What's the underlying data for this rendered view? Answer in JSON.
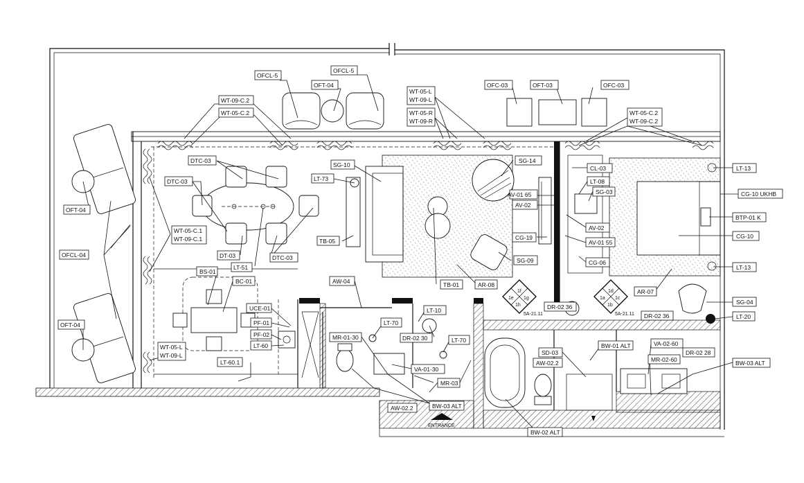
{
  "tags": {
    "ofcl5_a": "OFCL-5",
    "ofcl5_b": "OFCL-5",
    "oft04_top": "OFT-04",
    "wt09c2": "WT-09-C.2",
    "wt05c2": "WT-05-C.2",
    "wt05l_top": "WT-05-L",
    "wt09l_top": "WT-09-L",
    "wt05r": "WT-05-R",
    "wt09r": "WT-09-R",
    "ofc03_a": "OFC-03",
    "oft03": "OFT-03",
    "ofc03_b": "OFC-03",
    "wt05c2_r": "WT-05-C.2",
    "wt09c2_r": "WT-09-C.2",
    "dtc03_a": "DTC-03",
    "dtc03_b": "DTC-03",
    "dtc03_c": "DTC-03",
    "dt03": "DT-03",
    "lt51": "LT-51",
    "oft04_left": "OFT-04",
    "ofcl04": "OFCL-04",
    "wt05c1": "WT-05-C.1",
    "wt09c1": "WT-09-C.1",
    "sg10": "SG-10",
    "lt73": "LT-73",
    "tb05": "TB-05",
    "sg14": "SG-14",
    "av0165": "AV-01 65",
    "av02_a": "AV-02",
    "cg19": "CG-19",
    "sg09": "SG-09",
    "tb01": "TB-01",
    "ar08": "AR-08",
    "cl03": "CL-03",
    "lt08": "LT-08",
    "sg03": "SG-03",
    "av02_b": "AV-02",
    "av0155": "AV-01 55",
    "cg06": "CG-06",
    "lt13_a": "LT-13",
    "cg10ukhb": "CG-10 UKHB",
    "btp01k": "BTP-01 K",
    "cg10": "CG-10",
    "lt13_b": "LT-13",
    "ar07": "AR-07",
    "sg04": "SG-04",
    "lt20": "LT-20",
    "dr0236_a": "DR-02 36",
    "dr0236_b": "DR-02 36",
    "bs01": "BS-01",
    "bc01": "BC-01",
    "aw04": "AW-04",
    "uce01": "UCE-01",
    "pf01": "PF-01",
    "pf02": "PF-02",
    "lt60": "LT-60",
    "lt601": "LT-60.1",
    "lt10": "LT-10",
    "lt70_a": "LT-70",
    "mr0130": "MR-01-30",
    "dr0230": "DR-02 30",
    "lt70_b": "LT-70",
    "va0130": "VA-01-30",
    "mr03": "MR-03",
    "bw03alt_a": "BW-03 ALT",
    "aw022_a": "AW-02.2",
    "sd03": "SD-03",
    "aw022_b": "AW-02.2",
    "bw01alt": "BW-01 ALT",
    "va0260": "VA-02-60",
    "mr0260": "MR-02-60",
    "dr0228": "DR-02 28",
    "bw03alt_b": "BW-03 ALT",
    "bw02alt": "BW-02 ALT",
    "oft04_bottom": "OFT-04",
    "wt05l_bot": "WT-05-L",
    "wt09l_bot": "WT-09-L",
    "entrance": "ENTRANCE"
  },
  "sheet_markers": [
    {
      "ref": "5A-21.11",
      "q_top": "1f",
      "q_left": "1e",
      "q_right": "1g",
      "q_bottom": "1h"
    },
    {
      "ref": "5A-21.11",
      "q_top": "1d",
      "q_left": "1a",
      "q_right": "1c",
      "q_bottom": "1b"
    }
  ]
}
